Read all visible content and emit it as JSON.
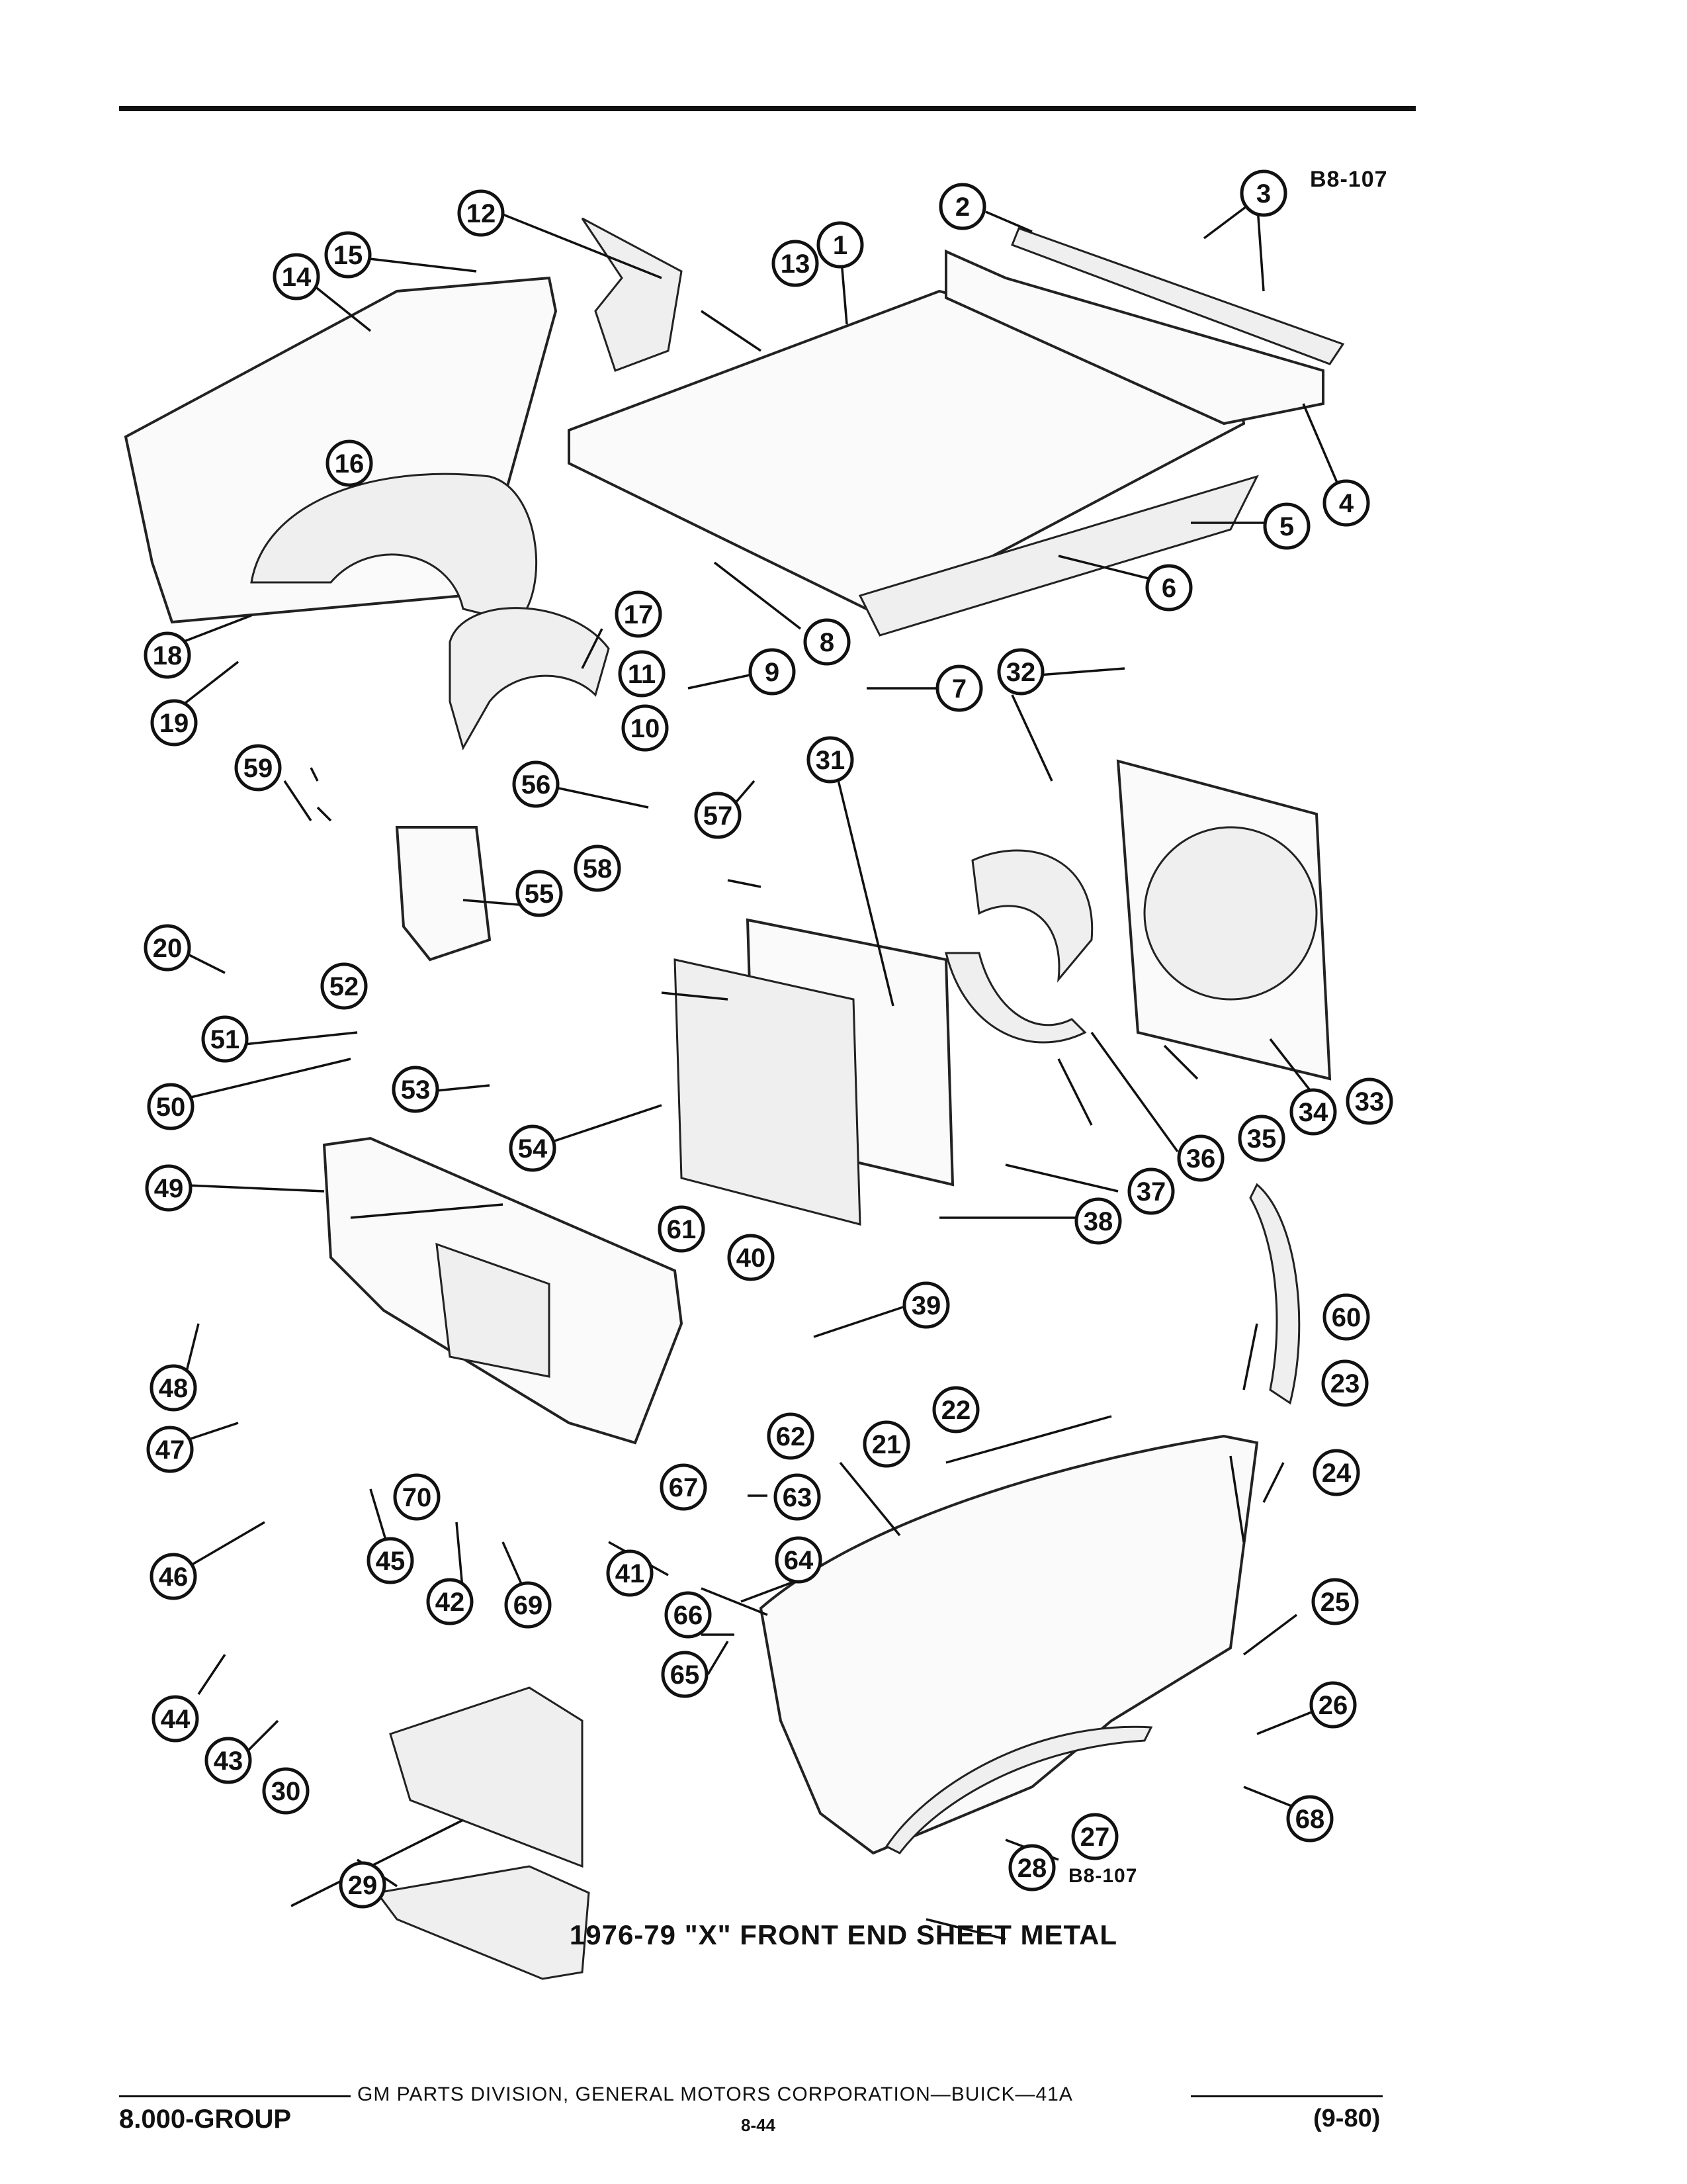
{
  "header": {
    "ref_code_top": "B8-107"
  },
  "diagram": {
    "ref_code_bottom": "B8-107",
    "title": "1976-79 \"X\" FRONT END SHEET METAL",
    "callouts": [
      "1",
      "2",
      "3",
      "4",
      "5",
      "6",
      "7",
      "8",
      "9",
      "10",
      "11",
      "12",
      "13",
      "14",
      "15",
      "16",
      "17",
      "18",
      "19",
      "20",
      "21",
      "22",
      "23",
      "24",
      "25",
      "26",
      "27",
      "28",
      "29",
      "30",
      "31",
      "32",
      "33",
      "34",
      "35",
      "36",
      "37",
      "38",
      "39",
      "40",
      "41",
      "42",
      "43",
      "44",
      "45",
      "46",
      "47",
      "48",
      "49",
      "50",
      "51",
      "52",
      "53",
      "54",
      "55",
      "56",
      "57",
      "58",
      "59",
      "60",
      "61",
      "62",
      "63",
      "64",
      "65",
      "66",
      "67",
      "68",
      "69",
      "70"
    ]
  },
  "footer": {
    "publisher": "GM PARTS DIVISION, GENERAL MOTORS CORPORATION—BUICK—41A",
    "group": "8.000-GROUP",
    "page": "8-44",
    "revision": "(9-80)"
  }
}
